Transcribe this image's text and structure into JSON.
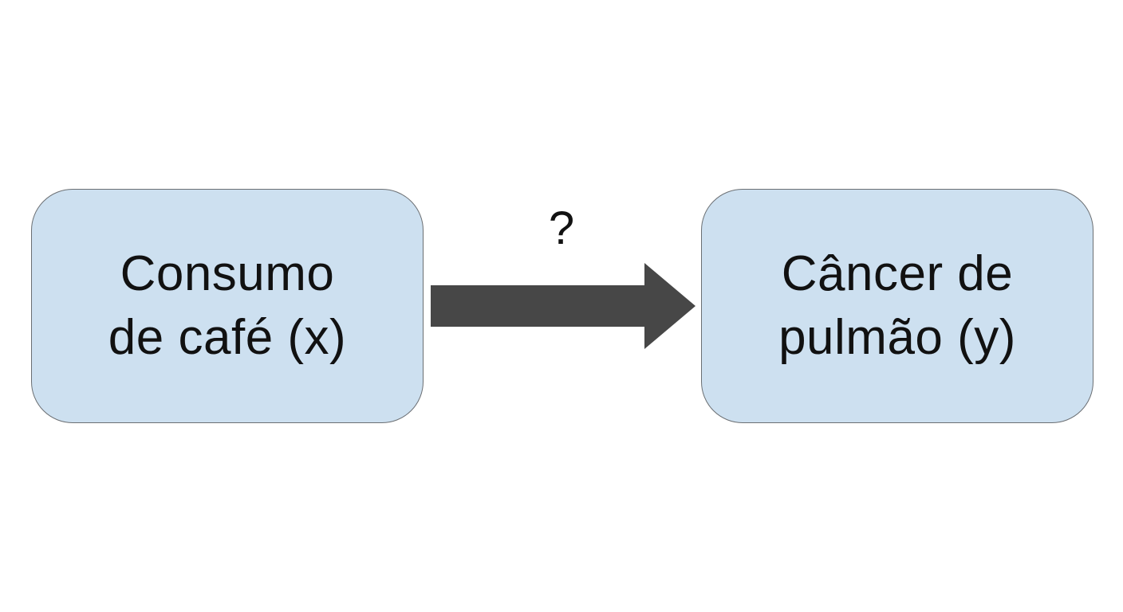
{
  "diagram": {
    "nodes": [
      {
        "id": "x",
        "lines": [
          "Consumo",
          "de café (x)"
        ],
        "fill": "#cde0f0",
        "border": "#6b6f73"
      },
      {
        "id": "y",
        "lines": [
          "Câncer de",
          "pulmão (y)"
        ],
        "fill": "#cde0f0",
        "border": "#6b6f73"
      }
    ],
    "edge": {
      "from": "x",
      "to": "y",
      "label": "?",
      "color": "#474747"
    }
  }
}
